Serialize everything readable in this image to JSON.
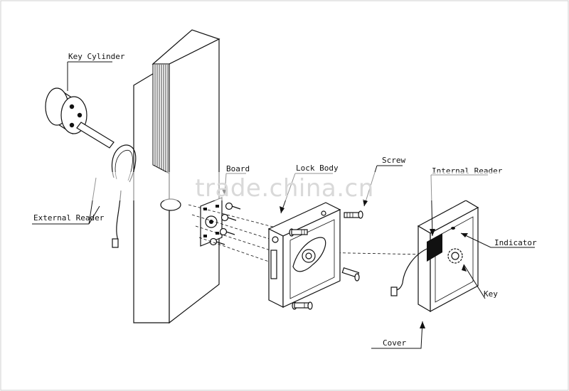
{
  "diagram": {
    "labels": {
      "key_cylinder": "Key Cylinder",
      "external_reader": "External Reader",
      "board": "Board",
      "lock_body": "Lock Body",
      "screw": "Screw",
      "internal_reader": "Internal Reader",
      "indicator": "Indicator",
      "key": "Key",
      "cover": "Cover"
    },
    "watermark": "trade.china.cn"
  }
}
